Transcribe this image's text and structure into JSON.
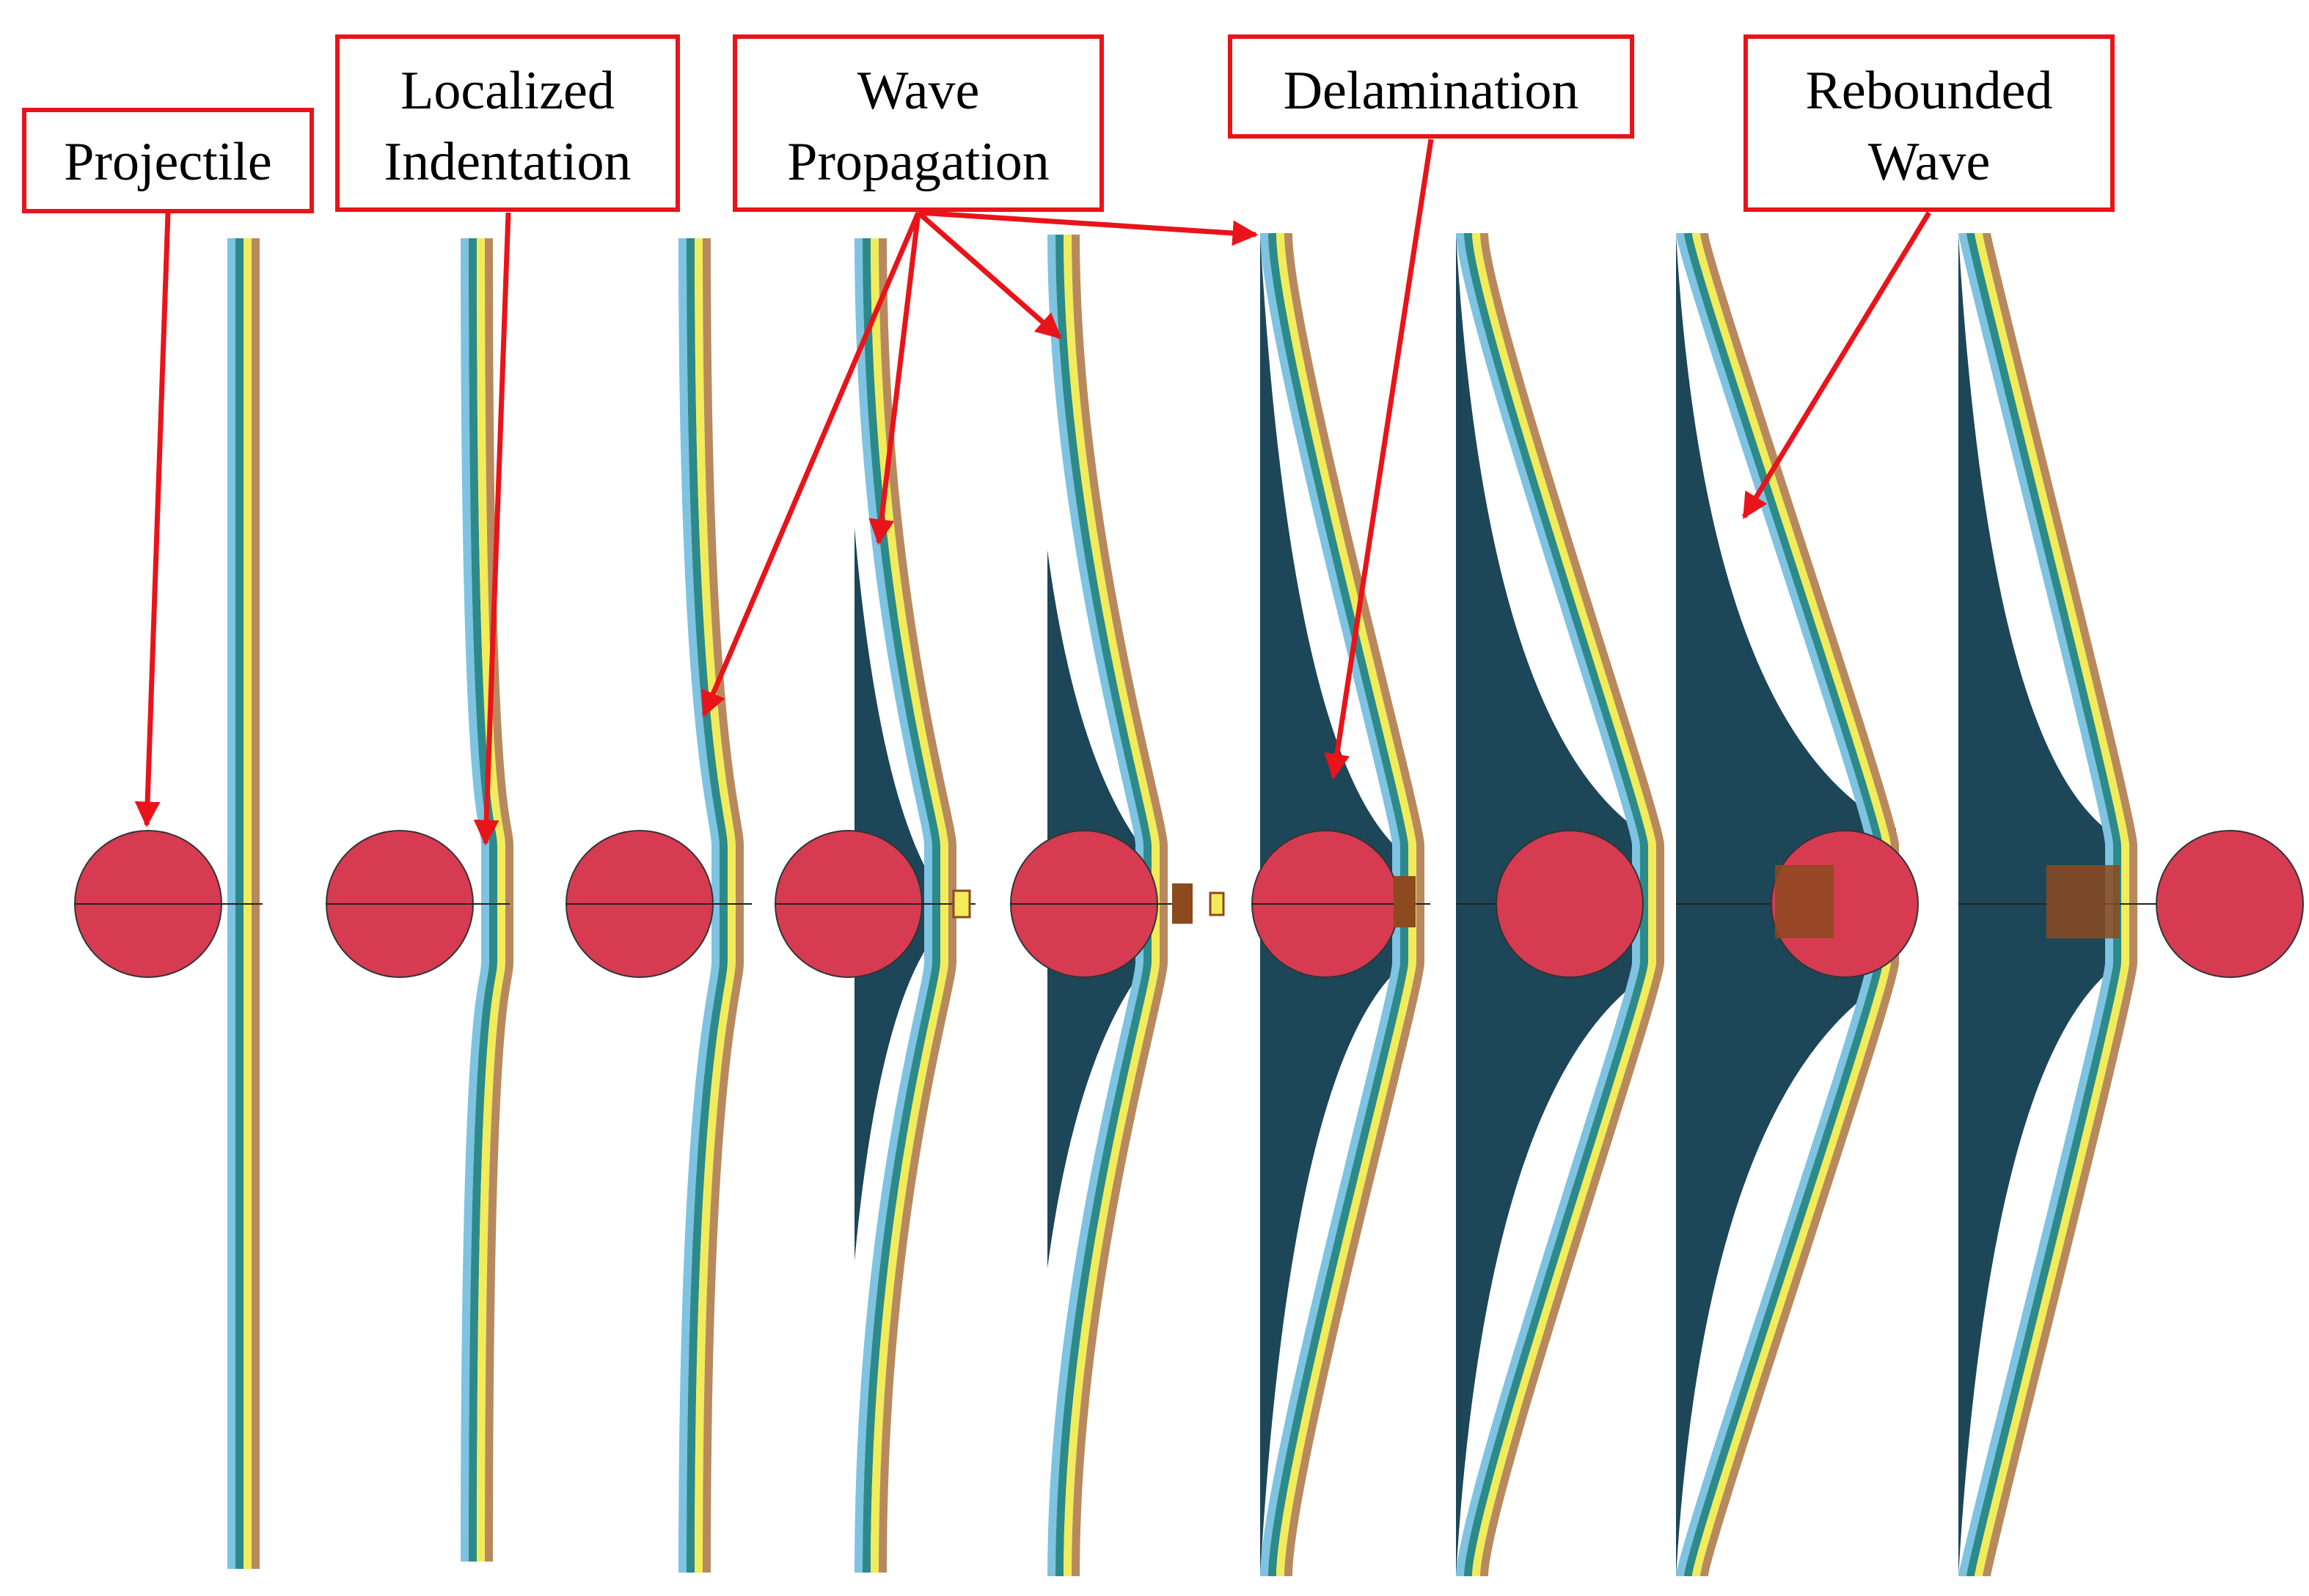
{
  "colors": {
    "annotation_red": "#e8141a",
    "projectile_fill": "#d63b52",
    "ply_blue": "#7ec3e1",
    "ply_teal": "#2c8a8a",
    "ply_yellow": "#f2ec5a",
    "ply_tan": "#b8895e",
    "damage_navy": "#1d4658",
    "debris_brown": "#8c4a1e"
  },
  "callouts": [
    {
      "id": "projectile",
      "lines": [
        "Projectile"
      ]
    },
    {
      "id": "localized-indentation",
      "lines": [
        "Localized",
        "Indentation"
      ]
    },
    {
      "id": "wave-propagation",
      "lines": [
        "Wave",
        "Propagation"
      ]
    },
    {
      "id": "delamination",
      "lines": [
        "Delamination"
      ]
    },
    {
      "id": "rebounded-wave",
      "lines": [
        "Rebounded",
        "Wave"
      ]
    }
  ]
}
